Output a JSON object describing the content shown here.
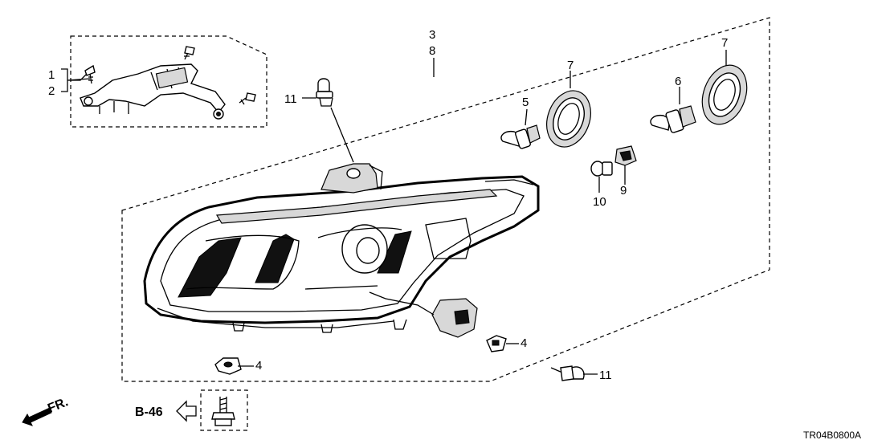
{
  "callouts": {
    "c1": "1",
    "c2": "2",
    "c3": "3",
    "c8": "8",
    "c5": "5",
    "c6": "6",
    "c7a": "7",
    "c7b": "7",
    "c9": "9",
    "c10": "10",
    "c11a": "11",
    "c11b": "11",
    "c4a": "4",
    "c4b": "4"
  },
  "reference": "B-46",
  "direction": "FR.",
  "diagram_code": "TR04B0800A"
}
